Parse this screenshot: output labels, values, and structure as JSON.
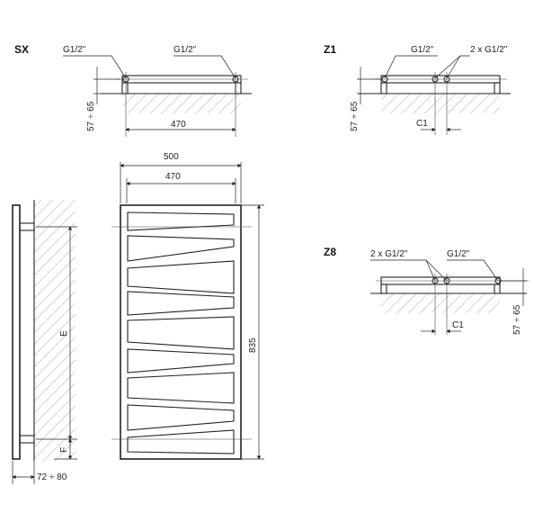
{
  "views": {
    "sx": {
      "title": "SX",
      "left_connection": "G1/2\"",
      "right_connection": "G1/2\"",
      "offset": "57 ÷ 65",
      "spacing": "470"
    },
    "z1": {
      "title": "Z1",
      "single_connection": "G1/2\"",
      "double_connection": "2 x G1/2\"",
      "offset": "57 ÷ 65",
      "spacing_label": "C1"
    },
    "z8": {
      "title": "Z8",
      "double_connection": "2 x G1/2\"",
      "single_connection": "G1/2\"",
      "offset": "57 ÷ 65",
      "spacing_label": "C1"
    },
    "side": {
      "height_label": "E",
      "bottom_label": "F",
      "depth": "72 ÷ 80"
    },
    "front": {
      "overall_width": "500",
      "pipe_spacing": "470",
      "height": "835"
    }
  }
}
